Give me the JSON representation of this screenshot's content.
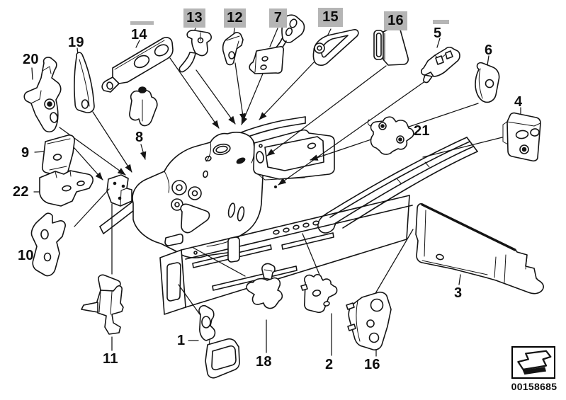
{
  "diagram": {
    "part_labels": [
      {
        "text": "20",
        "highlight": "none"
      },
      {
        "text": "19",
        "highlight": "none"
      },
      {
        "text": "14",
        "highlight": "bar-above"
      },
      {
        "text": "13",
        "highlight": "box"
      },
      {
        "text": "12",
        "highlight": "box"
      },
      {
        "text": "7",
        "highlight": "box"
      },
      {
        "text": "15",
        "highlight": "box"
      },
      {
        "text": "16",
        "highlight": "box"
      },
      {
        "text": "5",
        "highlight": "bar-above"
      },
      {
        "text": "6",
        "highlight": "none"
      },
      {
        "text": "4",
        "highlight": "none"
      },
      {
        "text": "21",
        "highlight": "none"
      },
      {
        "text": "8",
        "highlight": "none"
      },
      {
        "text": "9",
        "highlight": "none"
      },
      {
        "text": "22",
        "highlight": "none"
      },
      {
        "text": "10",
        "highlight": "none"
      },
      {
        "text": "11",
        "highlight": "none"
      },
      {
        "text": "1",
        "highlight": "none"
      },
      {
        "text": "18",
        "highlight": "none"
      },
      {
        "text": "2",
        "highlight": "none"
      },
      {
        "text": "16",
        "highlight": "none"
      },
      {
        "text": "3",
        "highlight": "none"
      }
    ],
    "stamp": {
      "code": "00158685",
      "icon": "down-left-arrow-icon"
    },
    "colors": {
      "background": "#ffffff",
      "line": "#141414",
      "highlight": "#b5b5b5"
    }
  }
}
